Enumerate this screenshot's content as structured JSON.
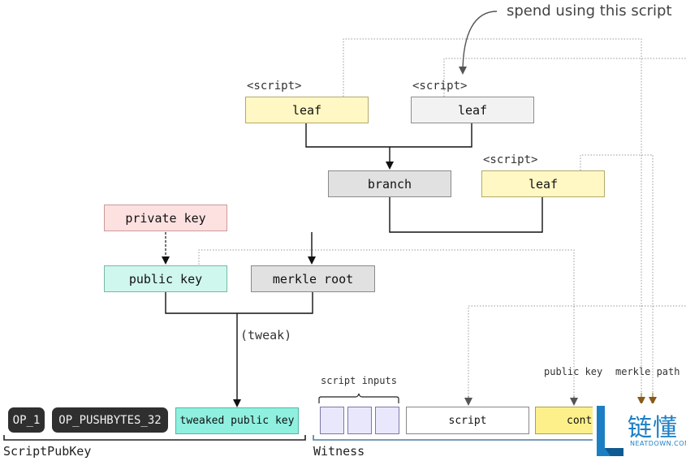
{
  "tree": {
    "script_tag": "<script>",
    "leaf": "leaf",
    "branch": "branch",
    "private_key": "private key",
    "public_key": "public key",
    "merkle_root": "merkle root",
    "tweak": "(tweak)",
    "spend_note": "spend using this script"
  },
  "scriptpubkey": {
    "op1": "OP_1",
    "op_push": "OP_PUSHBYTES_32",
    "tweaked_key": "tweaked public key",
    "label": "ScriptPubKey"
  },
  "witness": {
    "script_inputs": "script inputs",
    "script": "script",
    "control_block": "cont",
    "public_key_label": "public key",
    "merkle_path_label": "merkle path",
    "label": "Witness"
  },
  "watermark": {
    "text": "链懂",
    "subtext": "NEATDOWN.COM"
  },
  "colors": {
    "leaf_yellow": "#fff8c4",
    "leaf_gray": "#f2f2f2",
    "private_key_pink": "#fde1e1",
    "public_key_mint": "#cff7ee",
    "tweaked_teal": "#8ff0e0",
    "control_yellow": "#fdf08a",
    "arrow_brown": "#8a5a1a",
    "witness_line": "#4a7fa0",
    "logo_blue": "#1c7fc4"
  }
}
